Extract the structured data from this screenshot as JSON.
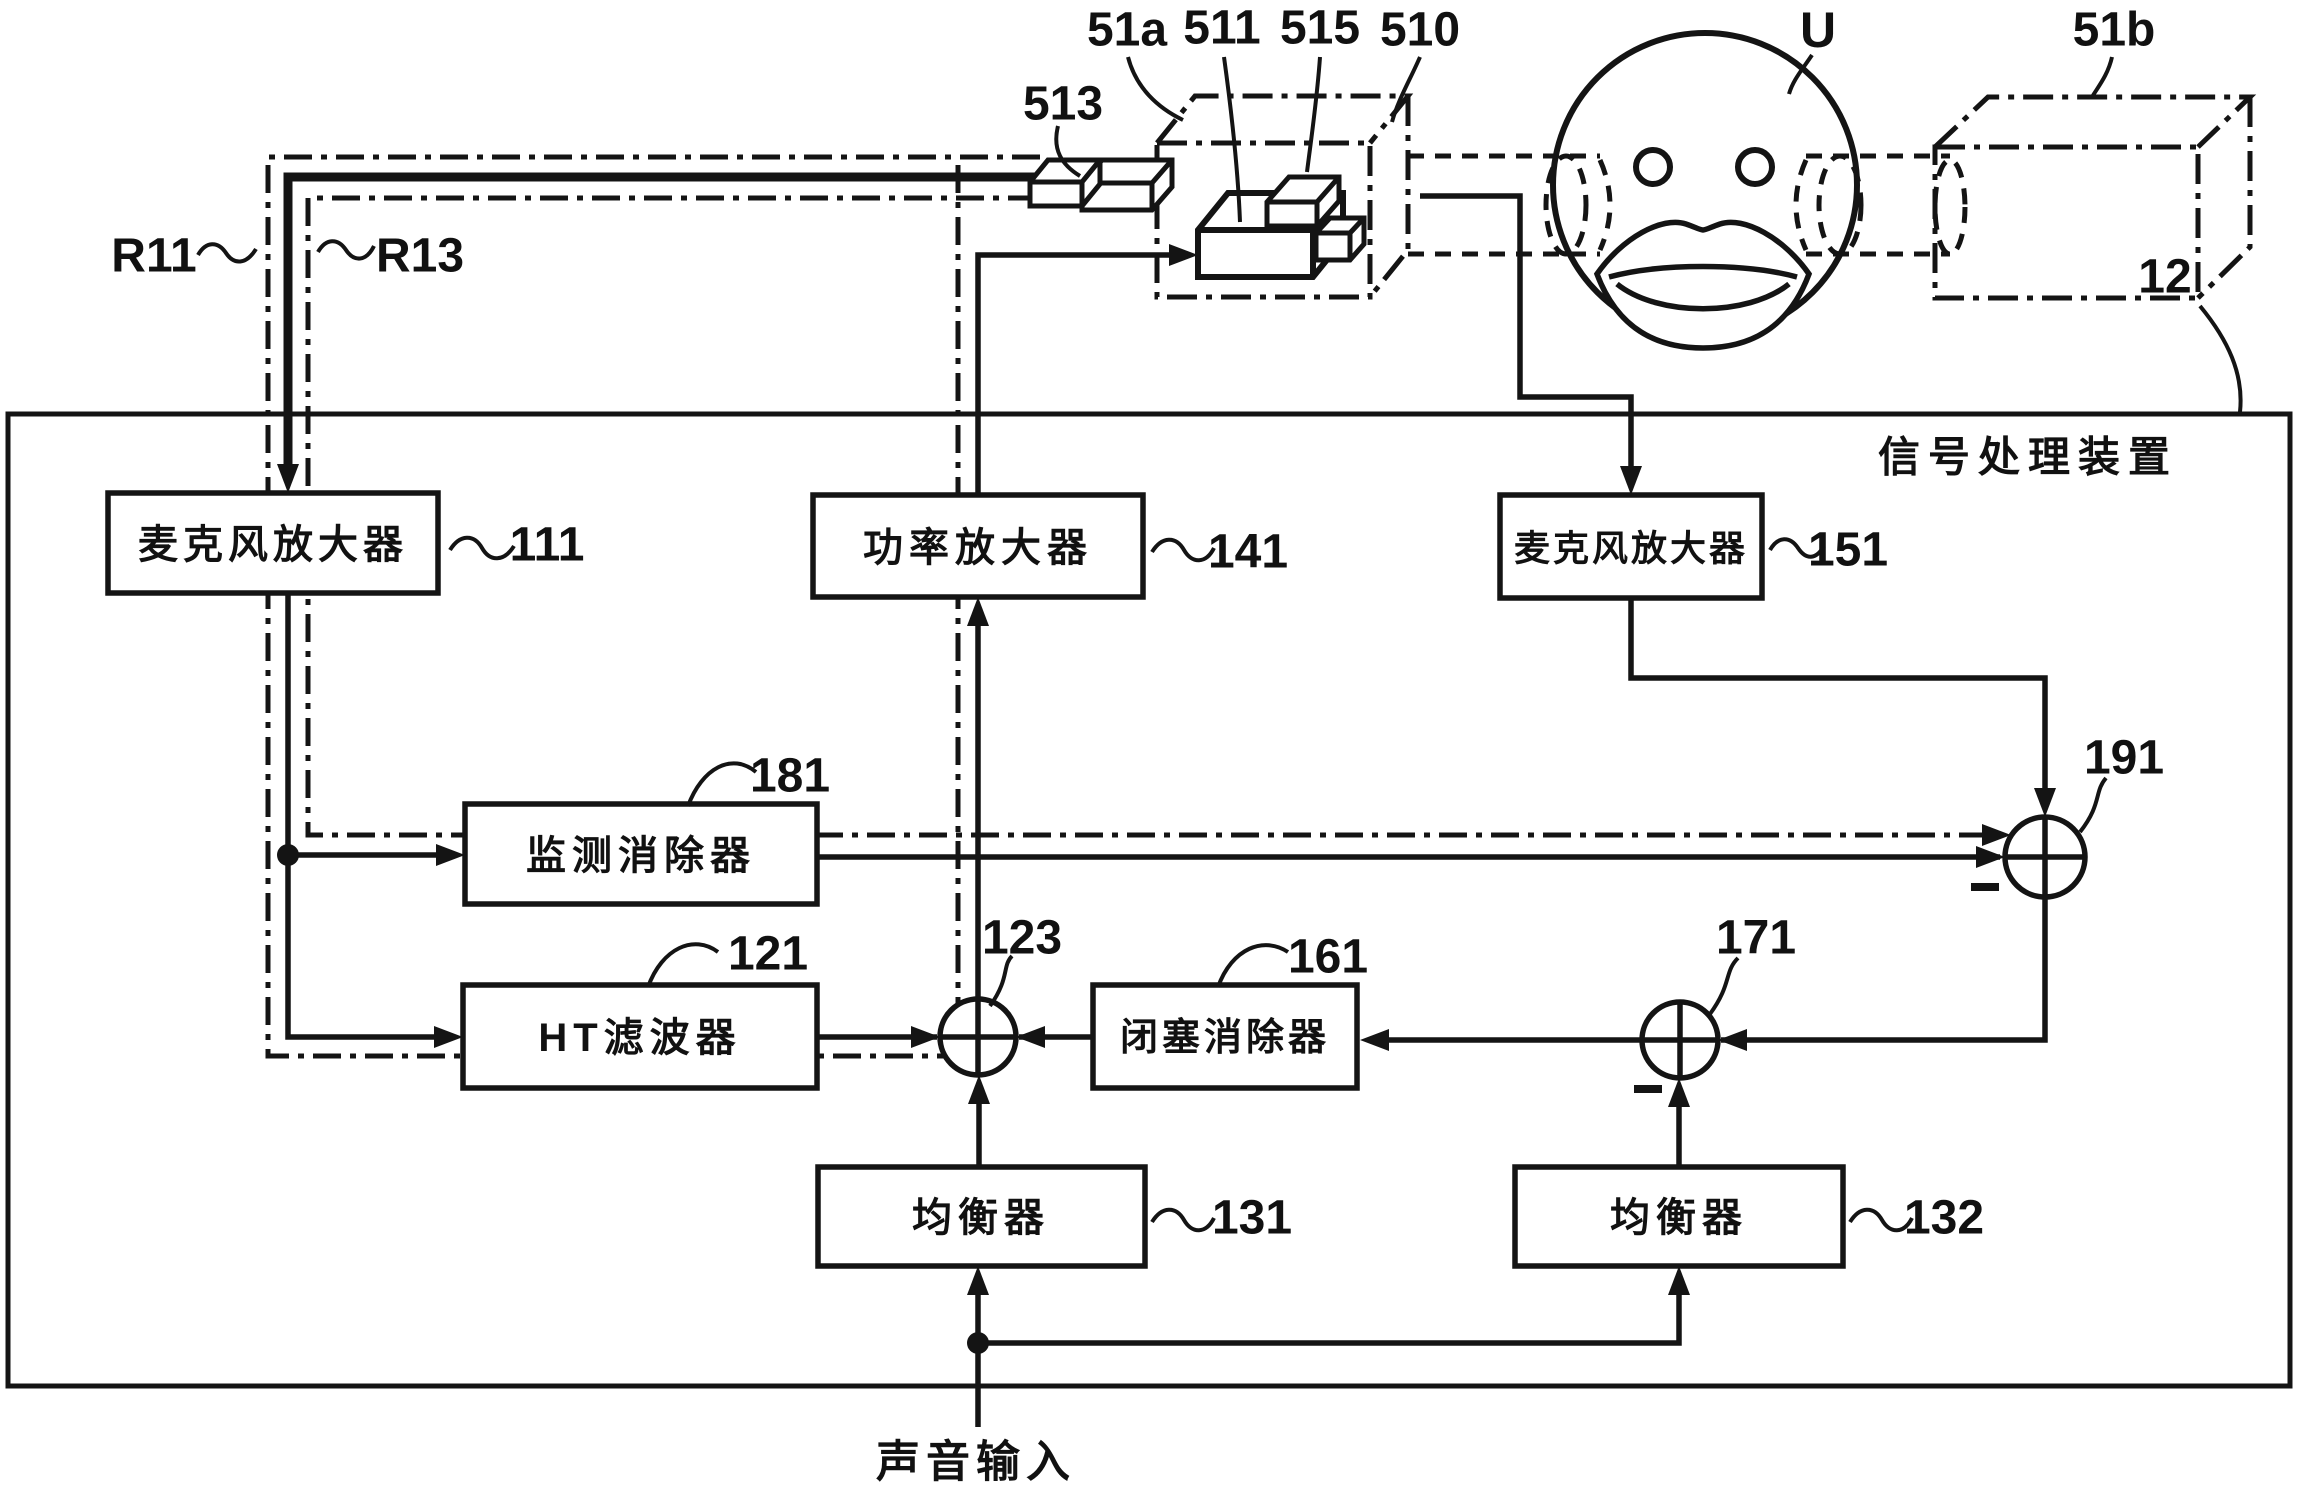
{
  "figure": {
    "device": {
      "label": "信号处理装置",
      "ref": "12"
    },
    "input_label": "声音输入",
    "blocks": {
      "mic_amp_left": {
        "label": "麦克风放大器",
        "ref": "111"
      },
      "power_amp": {
        "label": "功率放大器",
        "ref": "141"
      },
      "mic_amp_right": {
        "label": "麦克风放大器",
        "ref": "151"
      },
      "monitor_canceller": {
        "label": "监测消除器",
        "ref": "181"
      },
      "ht_filter": {
        "label": "HT滤波器",
        "ref": "121"
      },
      "occlusion_canceller": {
        "label": "闭塞消除器",
        "ref": "161"
      },
      "equalizer_left": {
        "label": "均衡器",
        "ref": "131"
      },
      "equalizer_right": {
        "label": "均衡器",
        "ref": "132"
      }
    },
    "adders": {
      "adder_left": {
        "ref": "123"
      },
      "adder_mid": {
        "ref": "171"
      },
      "adder_right": {
        "ref": "191"
      }
    },
    "paths": {
      "r11": "R11",
      "r13": "R13"
    },
    "headset": {
      "connector": "513",
      "housing": "51a",
      "speaker": "511",
      "outer_mic": "515",
      "inner_mic": "510",
      "user": "U",
      "ear_block": "51b"
    }
  }
}
